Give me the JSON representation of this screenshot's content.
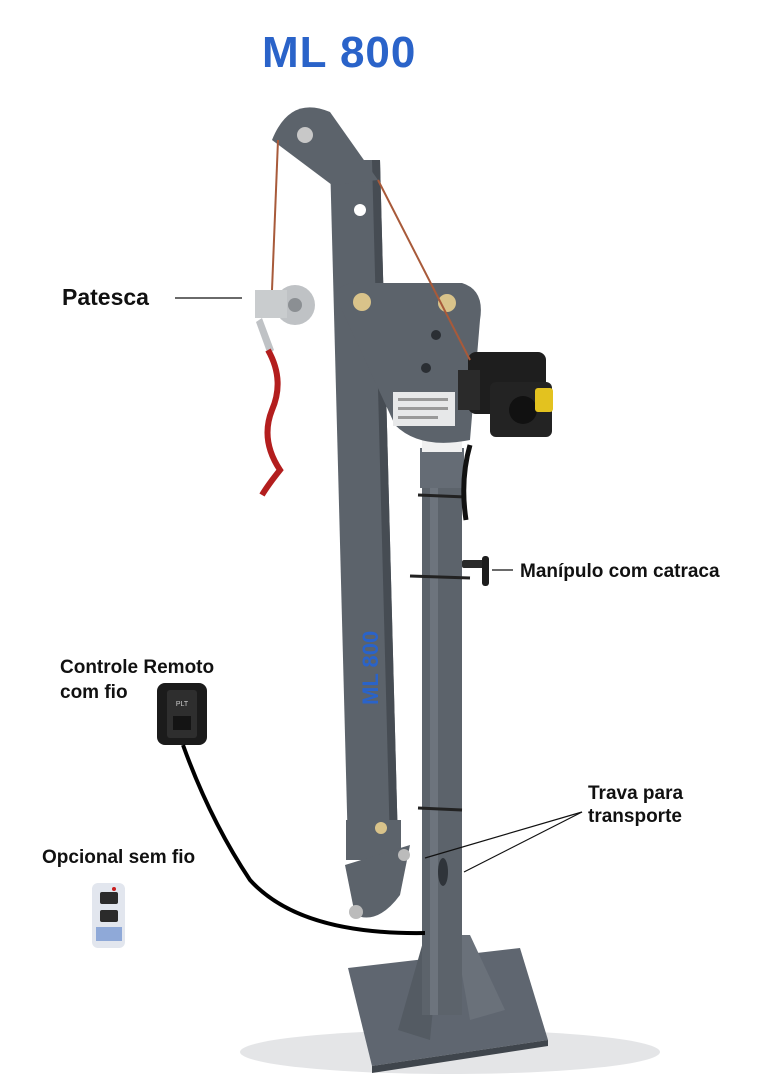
{
  "title": "ML 800",
  "colors": {
    "title": "#2a63c9",
    "frame": "#5c636b",
    "frame_dark": "#3e444b",
    "motor": "#1e1e1e",
    "cable": "#a85a3a",
    "hook": "#c0c3c6",
    "strap": "#b31e1e"
  },
  "labels": {
    "patesca": "Patesca",
    "manipulo": "Manípulo com catraca",
    "controle_line1": "Controle Remoto",
    "controle_line2": "com fio",
    "trava_line1": "Trava para",
    "trava_line2": "transporte",
    "opcional": "Opcional sem fio"
  },
  "arm_text": "ML 800",
  "remote_wired_text": "PLT",
  "icons": [
    "crane-icon",
    "winch-motor-icon",
    "remote-control-icon",
    "wireless-remote-icon"
  ]
}
